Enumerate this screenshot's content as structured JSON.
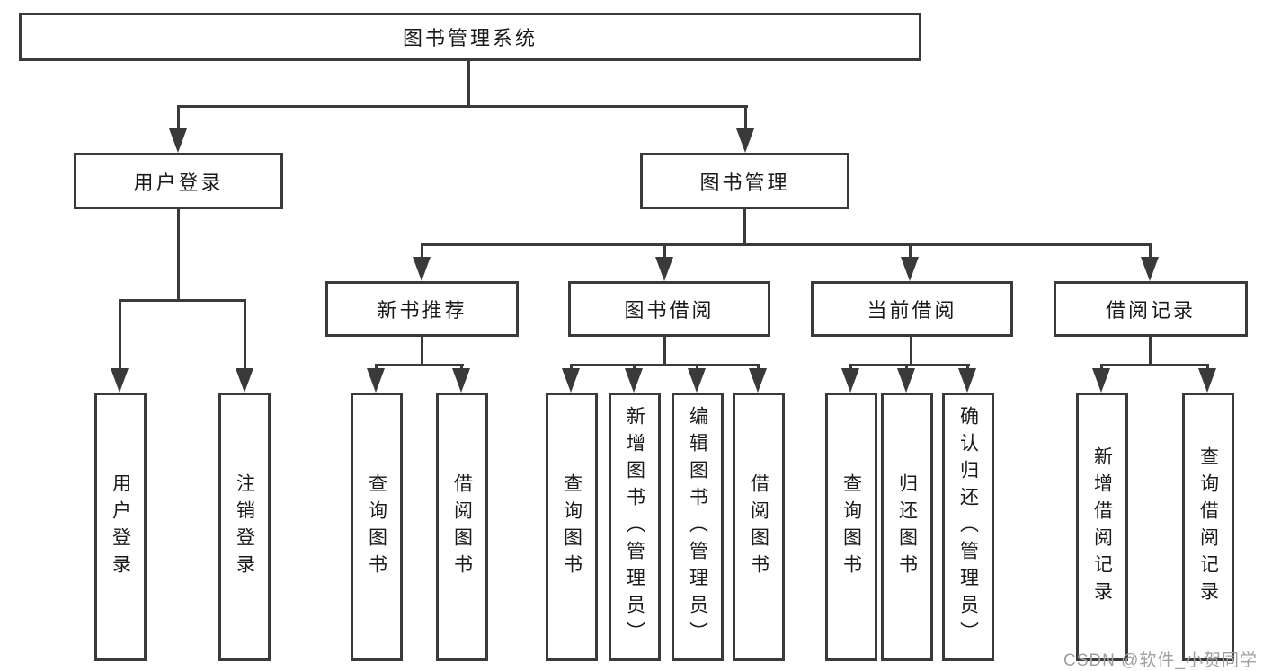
{
  "diagram": {
    "root": {
      "label": "图书管理系统"
    },
    "level2": [
      {
        "label": "用户登录"
      },
      {
        "label": "图书管理"
      }
    ],
    "level3": [
      {
        "label": "新书推荐"
      },
      {
        "label": "图书借阅"
      },
      {
        "label": "当前借阅"
      },
      {
        "label": "借阅记录"
      }
    ],
    "leaves": {
      "user_login": [
        {
          "label": "用户登录"
        },
        {
          "label": "注销登录"
        }
      ],
      "new_book": [
        {
          "label": "查询图书"
        },
        {
          "label": "借阅图书"
        }
      ],
      "book_borrow": [
        {
          "label": "查询图书"
        },
        {
          "label": "新增图书（管理员）"
        },
        {
          "label": "编辑图书（管理员）"
        },
        {
          "label": "借阅图书"
        }
      ],
      "current_borrow": [
        {
          "label": "查询图书"
        },
        {
          "label": "归还图书"
        },
        {
          "label": "确认归还（管理员）"
        }
      ],
      "borrow_records": [
        {
          "label": "新增借阅记录"
        },
        {
          "label": "查询借阅记录"
        }
      ]
    }
  },
  "watermark": "CSDN @软件_小贺同学",
  "colors": {
    "line": "#3a3a3a",
    "text": "#1a1a1a",
    "watermark": "#9f9f9f",
    "background": "#ffffff"
  }
}
